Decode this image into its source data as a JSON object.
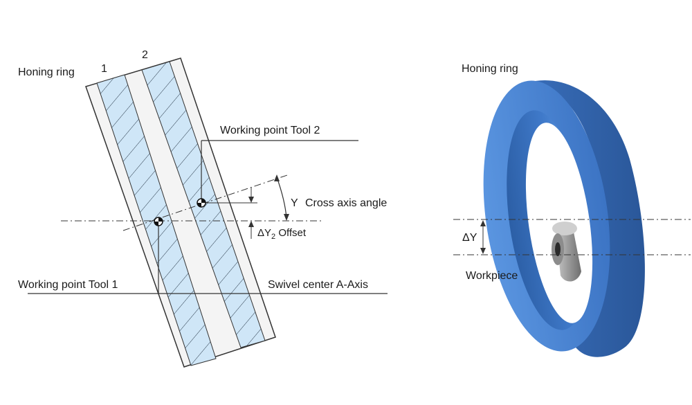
{
  "left_diagram": {
    "title": "Honing ring",
    "layer_1": "1",
    "layer_2": "2",
    "tool2_label": "Working point Tool 2",
    "tool1_label": "Working point Tool 1",
    "swivel_label": "Swivel center A-Axis",
    "angle_symbol": "Y",
    "angle_label": "Cross axis angle",
    "offset_delta": "ΔY",
    "offset_sub": "2",
    "offset_label": "Offset"
  },
  "right_diagram": {
    "title": "Honing ring",
    "delta_label": "ΔY",
    "workpiece_label": "Workpiece"
  },
  "colors": {
    "hatch_fill": "#cfe6f7",
    "ring_blue": "#4a86d4",
    "ring_dark": "#2f62a8",
    "workpiece_gray": "#a8a8a8"
  }
}
